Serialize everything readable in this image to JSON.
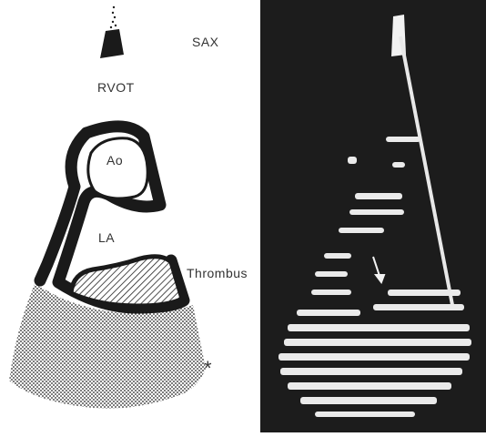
{
  "labels": {
    "sax": "SAX",
    "rvot": "RVOT",
    "ao": "Ao",
    "la": "LA",
    "thrombus": "Thrombus",
    "asterisk": "*"
  },
  "colors": {
    "outline": "#1a1a1a",
    "echo_background": "#1c1c1c",
    "echo_bright": "#f2f2f2"
  }
}
